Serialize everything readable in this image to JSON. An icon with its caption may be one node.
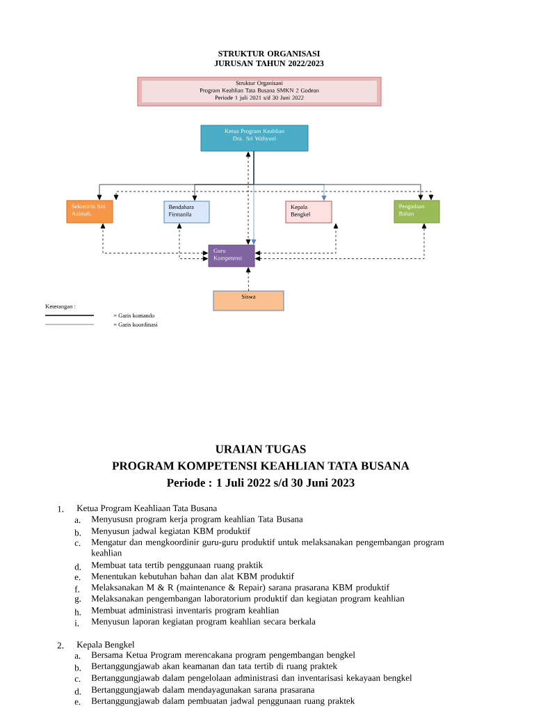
{
  "diagram": {
    "title": "STRUKTUR ORGANISASI JURUSAN TAHUN 2022/2023",
    "nodes": [
      {
        "text": [
          "Struktur Organisani",
          "Program Keahlian Tata Busana SMKN 2 Godean",
          "Periode 1 juli 2021 s/d  30 Juni 2022"
        ]
      },
      {
        "text": [
          "Ketua   Program Keahlian",
          "Dra. Sri Wahyuni"
        ]
      },
      {
        "text": [
          "Sekretaris Siti Azimah,"
        ]
      },
      {
        "text": [
          "Bendahara Firmanila"
        ]
      },
      {
        "text": [
          "Kepala Bengkel"
        ]
      },
      {
        "text": [
          "Pengadaan Bahan"
        ]
      },
      {
        "text": [
          "Guru Kompetensi"
        ]
      },
      {
        "text": [
          "Siswa"
        ]
      }
    ],
    "edges": [
      {
        "from": 1,
        "to": 2,
        "arrow": "to"
      },
      {
        "from": 1,
        "to": 3,
        "arrow": "to"
      },
      {
        "from": 1,
        "to": 4,
        "arrow": "to",
        "color": "#4f81bd"
      },
      {
        "from": 1,
        "to": 5,
        "arrow": "to"
      },
      {
        "from": 1,
        "to": 6,
        "arrow": "to",
        "color": "#4f81bd"
      },
      {
        "from": 1,
        "to": 6,
        "arrow": "both",
        "style": "dashed"
      },
      {
        "from": 2,
        "to": 5,
        "arrow": "both",
        "style": "dashed"
      },
      {
        "from": 6,
        "to": 2,
        "arrow": "both",
        "style": "dashed"
      },
      {
        "from": 6,
        "to": 3,
        "arrow": "both",
        "style": "dashed"
      },
      {
        "from": 6,
        "to": 4,
        "arrow": "both",
        "style": "dashed"
      },
      {
        "from": 6,
        "to": 5,
        "arrow": "both",
        "style": "dashed"
      },
      {
        "from": 7,
        "to": 6,
        "arrow": "to",
        "style": "dashed"
      }
    ],
    "labels": [
      "Keterangan :",
      "URAIAN TUGAS",
      "PROGRAM KOMPETENSI KEAHLIAN TATA BUSANA",
      "Periode  : 1 Juli 2022 s/d 30 Juni 2023",
      "1.",
      "Ketua Program Keahliaan Tata Busana",
      "a.",
      "Menyususn program kerja program keahlian Tata Busana",
      "b.",
      "Menyusun jadwal kegiatan KBM produktif",
      "c.",
      "Mengatur dan mengkoordinir guru-guru produktif untuk melaksanakan pengembangan program keahlian",
      "d.",
      "Membuat tata tertib penggunaan ruang praktik",
      "e.",
      "Menentukan kebutuhan bahan dan alat KBM produktif",
      "f.",
      "Melaksanakan M & R (maintenance & Repair) sarana prasarana KBM produktif",
      "g.",
      "Melaksanakan pengembangan laboratorium produktif dan kegiatan program keahlian",
      "h.",
      "Membuat administrasi inventaris program keahlian",
      "i.",
      "Menyusun laporan kegiatan program keahlian secara berkala",
      "2.",
      "Kepala Bengkel",
      "a.",
      "Bersama Ketua Program merencakana program pengembangan bengkel",
      "b.",
      "Bertanggungjawab akan keamanan dan tata tertib di ruang praktek",
      "c.",
      "Bertanggungjawab dalam pengelolaan administrasi dan inventarisasi kekayaan bengkel",
      "d.",
      "Bertanggungjawab dalam mendayagunakan sarana prasarana",
      "e.",
      "Bertanggungjawab dalam pembuatan jadwal penggunaan ruang praktek"
    ],
    "legend": [
      {
        "text": "= Garis komando"
      },
      {
        "text": "= Garis koordinasi"
      }
    ]
  }
}
